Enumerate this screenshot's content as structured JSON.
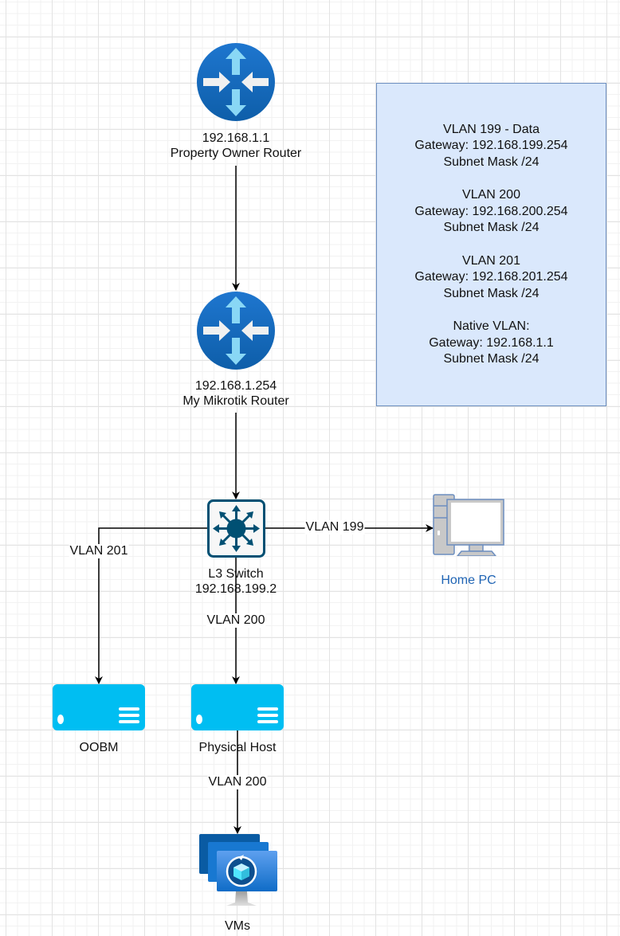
{
  "diagram": {
    "nodes": {
      "owner_router": {
        "ip": "192.168.1.1",
        "name": "Property Owner Router",
        "icon": "router-icon"
      },
      "mikrotik_router": {
        "ip": "192.168.1.254",
        "name": "My Mikrotik Router",
        "icon": "router-icon"
      },
      "l3_switch": {
        "name": "L3 Switch",
        "ip": "192.168.199.2",
        "icon": "layer3-switch-icon"
      },
      "home_pc": {
        "name": "Home PC",
        "icon": "desktop-computer-icon"
      },
      "oobm": {
        "name": "OOBM",
        "icon": "server-icon"
      },
      "physical_host": {
        "name": "Physical Host",
        "icon": "server-icon"
      },
      "vms": {
        "name": "VMs",
        "icon": "virtual-machines-icon"
      }
    },
    "edges": {
      "switch_to_pc": "VLAN 199",
      "switch_to_oobm": "VLAN 201",
      "switch_to_host": "VLAN 200",
      "host_to_vms": "VLAN 200"
    },
    "info_box": [
      {
        "title": "VLAN 199 - Data",
        "gateway": "Gateway: 192.168.199.254",
        "mask": "Subnet Mask /24"
      },
      {
        "title": "VLAN 200",
        "gateway": "Gateway: 192.168.200.254",
        "mask": "Subnet Mask /24"
      },
      {
        "title": "VLAN 201",
        "gateway": "Gateway: 192.168.201.254",
        "mask": "Subnet Mask /24"
      },
      {
        "title": "Native VLAN:",
        "gateway": "Gateway: 192.168.1.1",
        "mask": "Subnet Mask /24"
      }
    ],
    "colors": {
      "router_blue": "#1d6fc4",
      "switch_teal": "#005073",
      "server_cyan": "#00bef2",
      "info_fill": "#dae8fc",
      "info_border": "#6c8ebf",
      "pc_gray": "#c8c8c8",
      "pc_outline": "#6c8ebf",
      "home_pc_label": "#1f64b4"
    }
  }
}
